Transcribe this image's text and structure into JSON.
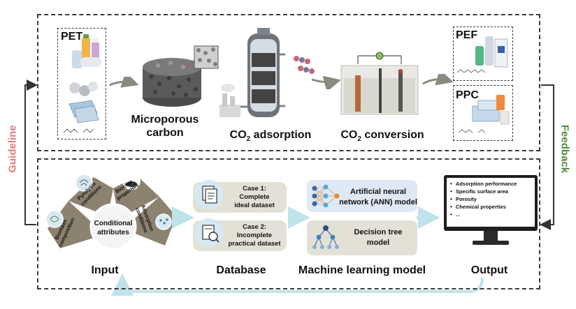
{
  "side_labels": {
    "left": "Guideline",
    "right": "Feedback"
  },
  "top_panel": {
    "pet_label": "PET",
    "microporous_label_line1": "Microporous",
    "microporous_label_line2": "carbon",
    "adsorption_label": {
      "prefix": "CO",
      "sub": "2",
      "suffix": " adsorption"
    },
    "conversion_label": {
      "prefix": "CO",
      "sub": "2",
      "suffix": " conversion"
    },
    "pef_label": "PEF",
    "ppc_label": "PPC"
  },
  "bottom_panel": {
    "input": {
      "label": "Input",
      "center_label_line1": "Conditional",
      "center_label_line2": "attributes",
      "petals": [
        {
          "text1": "Pyrolysis",
          "text2": "conditions"
        },
        {
          "text1": "Biochar",
          "text2": "properties"
        },
        {
          "text1": "Adsorption",
          "text2": "conditions"
        },
        {
          "text1": "Biomass",
          "text2": "composition"
        }
      ]
    },
    "database": {
      "label": "Database",
      "case1": {
        "line1": "Case 1:",
        "line2": "Complete",
        "line3": "ideal dataset"
      },
      "case2": {
        "line1": "Case 2:",
        "line2": "Incomplete",
        "line3": "practical dataset"
      }
    },
    "ml": {
      "label": "Machine learning model",
      "ann_line1": "Artificial neural",
      "ann_line2": "network (ANN) model",
      "tree_line1": "Decision tree",
      "tree_line2": "model"
    },
    "output": {
      "label": "Output",
      "items": [
        "Adsorption performance",
        "Specific surface area",
        "Porosity",
        "Chemical properties",
        "..."
      ]
    }
  },
  "colors": {
    "guideline": "#e07a7a",
    "feedback": "#4f8a3a",
    "petal": "#8c8270",
    "case_box": "#e3e1d6",
    "ann_box": "#dfe9f5",
    "tree_box": "#e3e1d6",
    "arrow_teal": "#bfe3ea",
    "arrow_gray": "#8a8a80"
  }
}
